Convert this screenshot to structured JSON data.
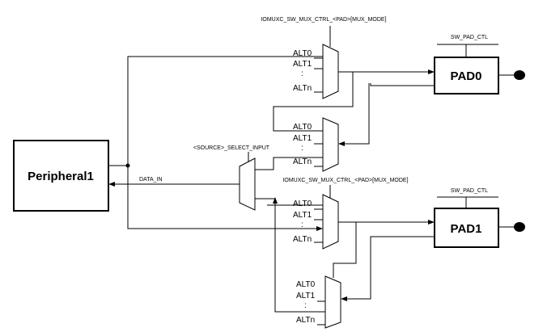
{
  "peripheral": "Peripheral1",
  "data_in": "DATA_IN",
  "select_input": "<SOURCE>_SELECT_INPUT",
  "mux_ctrl_top": "IOMUXC_SW_MUX_CTRL_<PAD>[MUX_MODE]",
  "mux_ctrl_mid": "IOMUXC_SW_MUX_CTRL_<PAD>[MUX_MODE]",
  "pad_ctl_0": "SW_PAD_CTL",
  "pad_ctl_1": "SW_PAD_CTL",
  "pad0": "PAD0",
  "pad1": "PAD1",
  "alt": {
    "alt0": "ALT0",
    "alt1": "ALT1",
    "dots": ":",
    "altn": "ALTn"
  }
}
